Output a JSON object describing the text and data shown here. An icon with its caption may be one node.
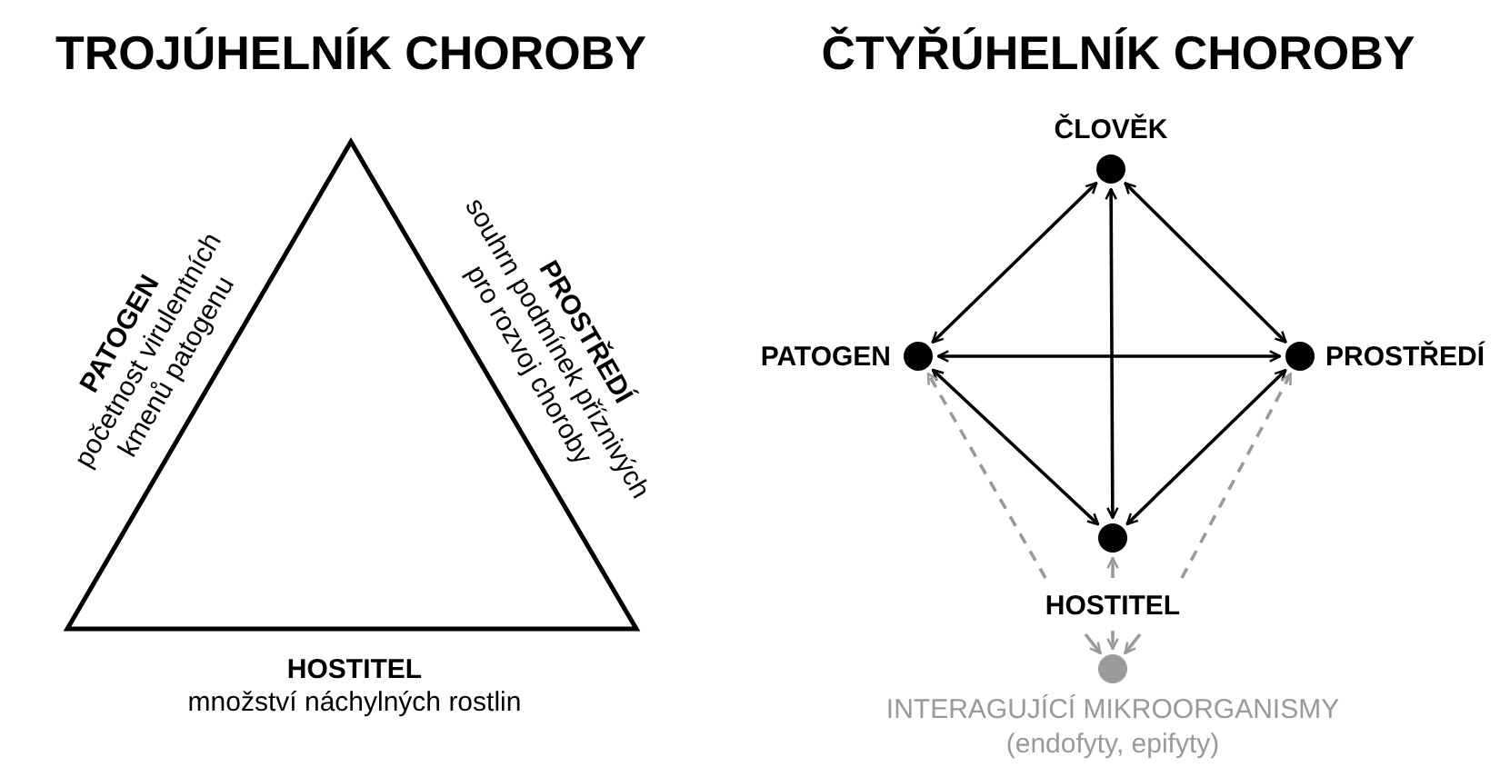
{
  "diagram": {
    "nodes": [
      {
        "text": [],
        "shape": "circle",
        "beside": [
          "ČLOVĚK"
        ]
      },
      {
        "text": [],
        "shape": "circle",
        "beside": [
          "PATOGEN"
        ]
      },
      {
        "text": [],
        "shape": "circle",
        "beside": [
          "PROSTŘEDÍ"
        ]
      },
      {
        "text": [],
        "shape": "circle",
        "beside": [
          "HOSTITEL"
        ]
      },
      {
        "text": [],
        "shape": "circle",
        "beside": [
          "INTERAGUJÍCÍ MIKROORGANISMY",
          "(endofyty, epifyty)"
        ]
      }
    ],
    "edges": [
      {
        "from": 0,
        "to": 1,
        "arrow": "both"
      },
      {
        "from": 0,
        "to": 2,
        "arrow": "both"
      },
      {
        "from": 0,
        "to": 3,
        "arrow": "both"
      },
      {
        "from": 1,
        "to": 2,
        "arrow": "both"
      },
      {
        "from": 1,
        "to": 3,
        "arrow": "both"
      },
      {
        "from": 2,
        "to": 3,
        "arrow": "both"
      },
      {
        "from": 3,
        "to": 1,
        "arrow": "to",
        "style": "dashed",
        "color": "#9a9a9a"
      },
      {
        "from": 3,
        "to": 2,
        "arrow": "to",
        "style": "dashed",
        "color": "#9a9a9a"
      },
      {
        "from": null,
        "to": 3,
        "arrow": "to",
        "color": "#9a9a9a"
      },
      {
        "from": 3,
        "to": 4,
        "arrow": "to",
        "color": "#9a9a9a"
      },
      {
        "from": 3,
        "to": 4,
        "arrow": "to",
        "color": "#9a9a9a"
      },
      {
        "from": 3,
        "to": 4,
        "arrow": "to",
        "color": "#9a9a9a"
      }
    ],
    "labels": [
      "TROJÚHELNÍK CHOROBY",
      "ČTYŘÚHELNÍK CHOROBY",
      "PATOGEN",
      "početnost virulentních kmenů patogenu",
      "PROSTŘEDÍ",
      "souhrn podmínek příznivých pro rozvoj choroby",
      "HOSTITEL",
      "množství náchylných rostlin"
    ]
  }
}
